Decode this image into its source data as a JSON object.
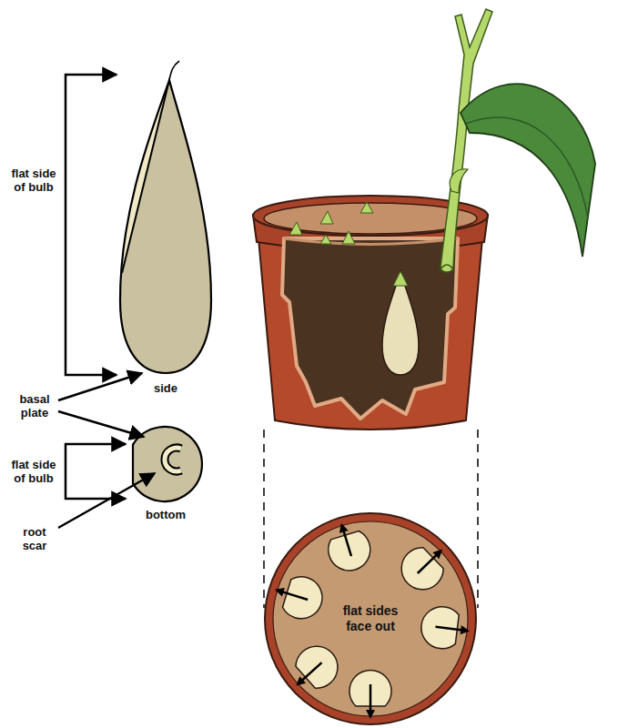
{
  "diagram": {
    "nodes": [
      {
        "text": [
          "flat sides face out"
        ]
      }
    ],
    "labels": [
      "flat side of bulb",
      "side",
      "basal plate",
      "flat side of bulb",
      "bottom",
      "root scar"
    ]
  }
}
